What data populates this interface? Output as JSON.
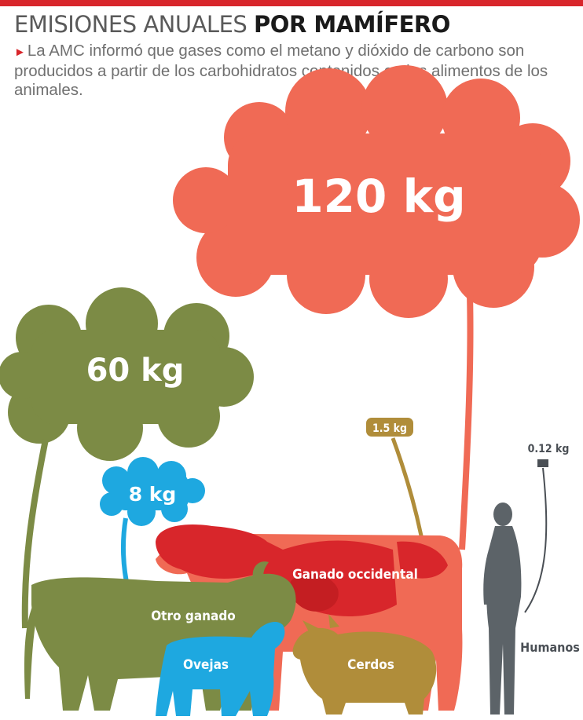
{
  "header": {
    "title_light": "EMISIONES ANUALES",
    "title_bold": "POR MAMÍFERO",
    "subtitle": "La AMC informó que gases como el metano y dióxido de carbono son producidos a partir de los carbohidratos contenidos en los alimentos de los animales."
  },
  "colors": {
    "accent_red": "#d8262b",
    "ganado_occidental": "#f06a55",
    "otro_ganado": "#7c8b45",
    "ovejas": "#1ea8e0",
    "cerdos": "#b08d3a",
    "humanos": "#5c6368"
  },
  "emissions": [
    {
      "animal": "Ganado occidental",
      "value": "120 kg",
      "icon": "cow-icon"
    },
    {
      "animal": "Otro ganado",
      "value": "60 kg",
      "icon": "bull-icon"
    },
    {
      "animal": "Ovejas",
      "value": "8 kg",
      "icon": "sheep-icon"
    },
    {
      "animal": "Cerdos",
      "value": "1.5 kg",
      "icon": "pig-icon"
    },
    {
      "animal": "Humanos",
      "value": "0.12 kg",
      "icon": "human-icon"
    }
  ]
}
